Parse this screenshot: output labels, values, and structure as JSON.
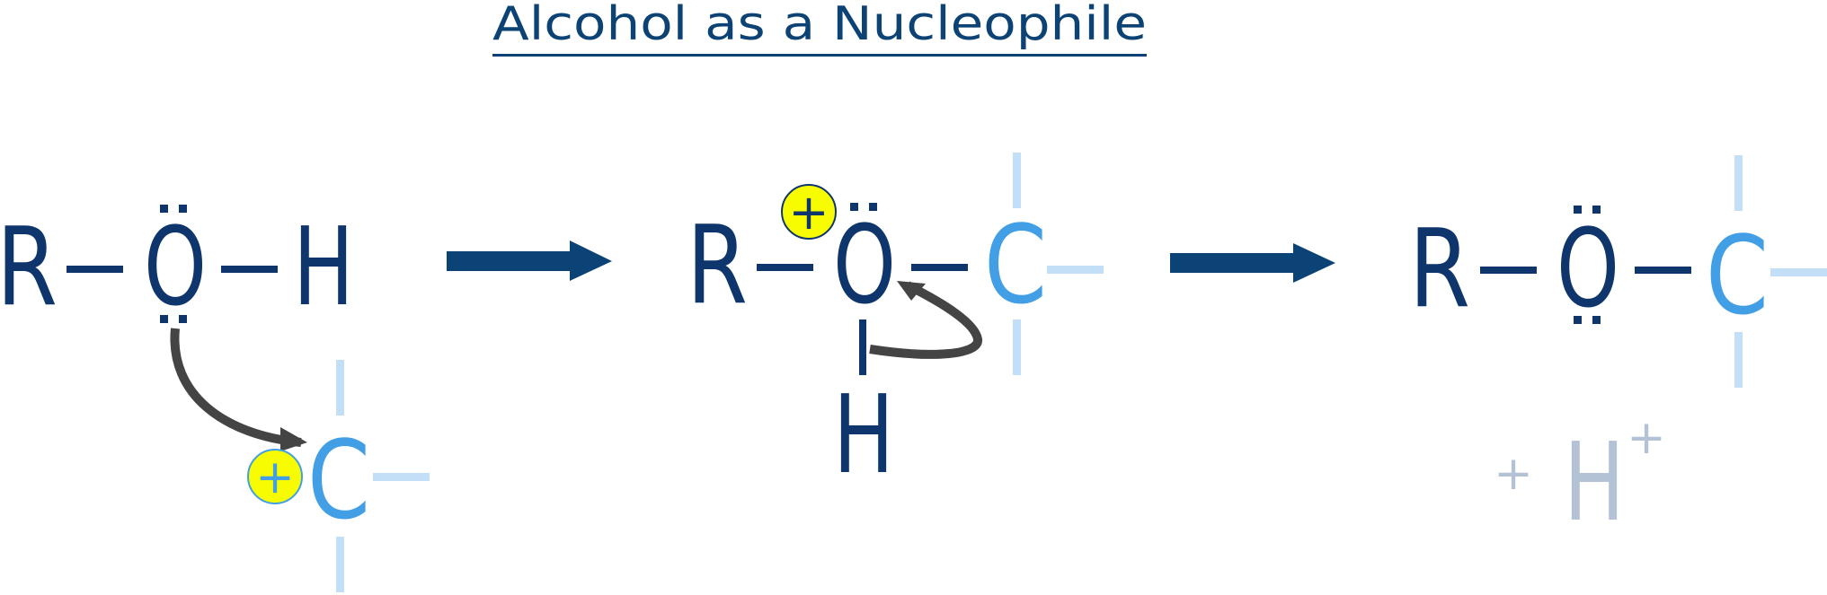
{
  "title": "Alcohol as a Nucleophile",
  "colors": {
    "navy": "#0f366c",
    "title": "#0c4274",
    "arrow": "#0b4376",
    "carbon": "#429fe6",
    "carbon_bond": "#c3dff7",
    "curly_arrow": "#444444",
    "charge_fill": "#f7fd00",
    "proton": "#b4c2d6"
  },
  "step1": {
    "atoms": {
      "r": "R",
      "o": "O",
      "h": "H",
      "c": "C"
    },
    "charge": "+"
  },
  "step2": {
    "atoms": {
      "r": "R",
      "o": "O",
      "c": "C",
      "h": "H"
    },
    "charge": "+"
  },
  "step3": {
    "atoms": {
      "r": "R",
      "o": "O",
      "c": "C"
    },
    "proton": {
      "label": "H",
      "superscript": "+",
      "prefix": "+"
    }
  }
}
